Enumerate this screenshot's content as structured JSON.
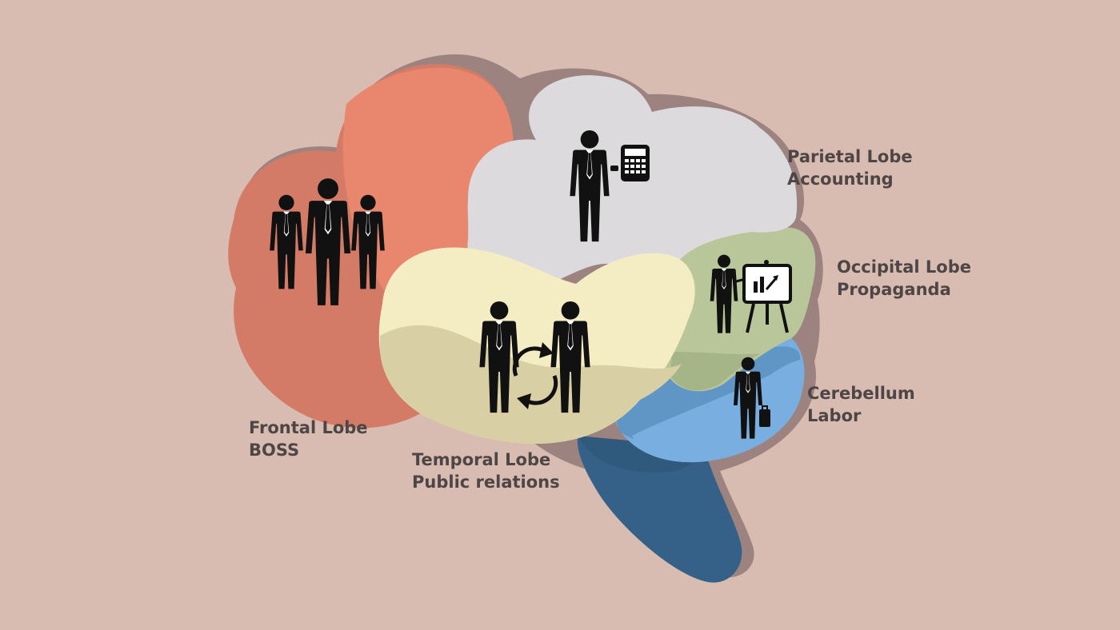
{
  "colors": {
    "background": "#d9bcb1",
    "frontal": "#d37b66",
    "parietal": "#dddadd",
    "temporal": "#f4ecc2",
    "occipital": "#b8c699",
    "cerebellum": "#78afe0",
    "brainstem": "#356088",
    "shadow": "#9c8380",
    "text": "#4e4646"
  },
  "lobes": [
    {
      "id": "frontal",
      "line1": "Frontal Lobe",
      "line2": "BOSS",
      "icon": "three-businessmen-icon"
    },
    {
      "id": "temporal",
      "line1": "Temporal Lobe",
      "line2": "Public relations",
      "icon": "two-businessmen-exchange-icon"
    },
    {
      "id": "parietal",
      "line1": "Parietal Lobe",
      "line2": "Accounting",
      "icon": "businessman-calculator-icon"
    },
    {
      "id": "occipital",
      "line1": "Occipital Lobe",
      "line2": "Propaganda",
      "icon": "businessman-presentation-icon"
    },
    {
      "id": "cerebellum",
      "line1": "Cerebellum",
      "line2": "Labor",
      "icon": "businessman-briefcase-icon"
    }
  ]
}
